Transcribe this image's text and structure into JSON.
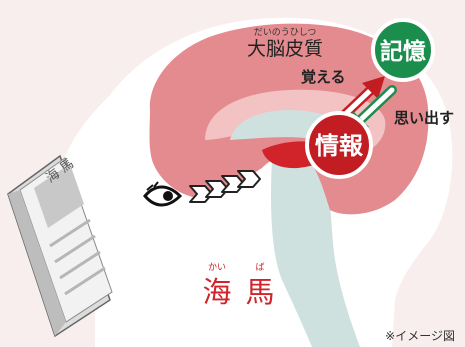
{
  "cortex": {
    "ruby": "だいのうひしつ",
    "label": "大脳皮質"
  },
  "hippocampus": {
    "ruby_1": "かい",
    "ruby_2": "ば",
    "char_1": "海",
    "char_2": "馬"
  },
  "info_label": "情報",
  "memory_label": "記憶",
  "remember_label": "覚える",
  "recall_label": "思い出す",
  "book_title": "海 馬",
  "caption": "※イメージ図",
  "colors": {
    "background": "#f9eeee",
    "head": "#ffffff",
    "cortex": "#e48b8f",
    "inner_band": "#f3c3c3",
    "brainstem": "#cfe1df",
    "hippocampus": "#d1232a",
    "memory_circle": "#1b8d4c",
    "info_circle": "#c31d24",
    "text_red": "#d1232a"
  },
  "icons": [
    "eye-icon",
    "arrow-chevron-icon",
    "book-icon"
  ]
}
